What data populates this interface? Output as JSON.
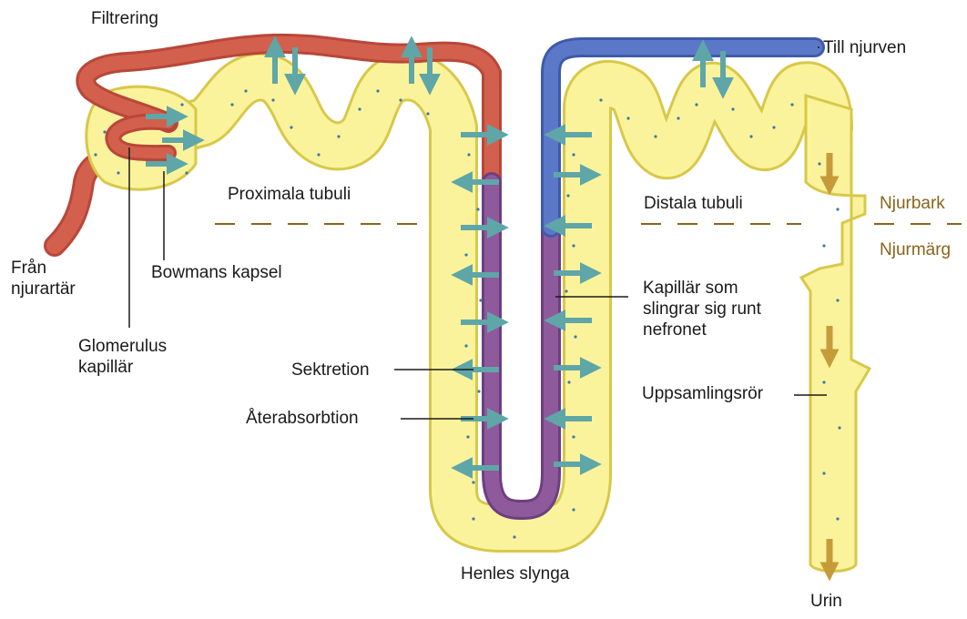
{
  "colors": {
    "artery": "#d2604c",
    "artery_dark": "#b8473a",
    "vein": "#5b78c8",
    "vein_dark": "#3f5aa8",
    "loop_capillary": "#8e5a9c",
    "tubule_fill": "#fbf39b",
    "tubule_edge": "#d8c84a",
    "dot": "#3d7aa8",
    "arrow": "#5fa6a8",
    "collecting_arrow": "#c79a3a",
    "boundary_line": "#8a6418"
  },
  "labels": {
    "filtrering": "Filtrering",
    "till_njurven": "Till njurven",
    "fran_njurartar": "Från njurartär",
    "bowmans_kapsel": "Bowmans kapsel",
    "glomerulus_kapillar": "Glomerulus kapillär",
    "proximala_tubuli": "Proximala tubuli",
    "distala_tubuli": "Distala tubuli",
    "njurbark": "Njurbark",
    "njurmarg": "Njurmärg",
    "kapillar_som": "Kapillär som slingrar sig runt nefronet",
    "sektretion": "Sektretion",
    "aterabsorbtion": "Återabsorbtion",
    "henles_slynga": "Henles slynga",
    "uppsamlingsror": "Uppsamlingsrör",
    "urin": "Urin"
  }
}
